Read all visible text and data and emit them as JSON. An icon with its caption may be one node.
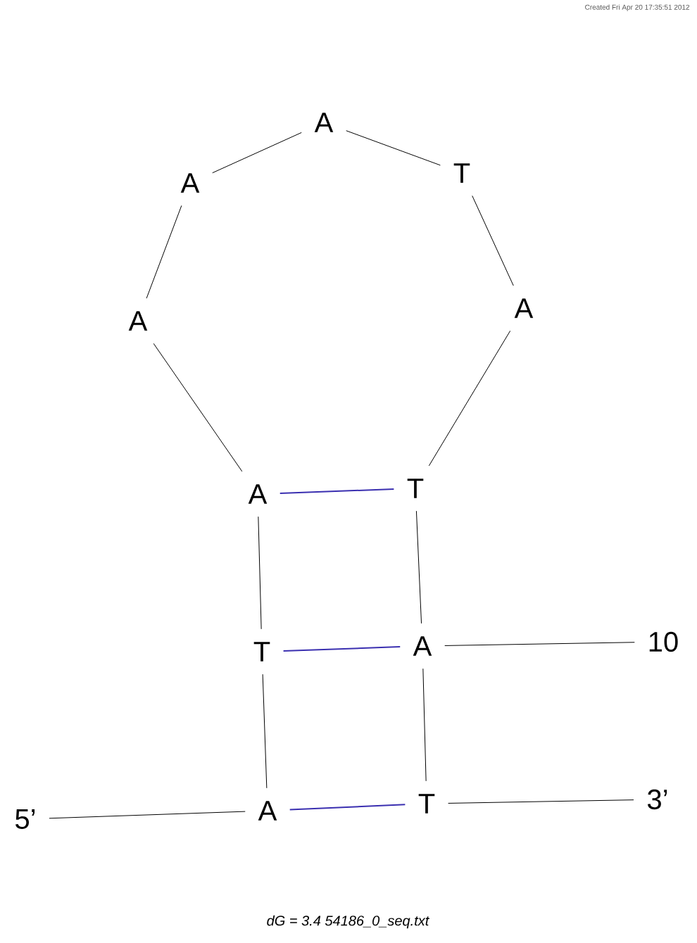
{
  "diagram": {
    "caption": "dG = 3.4 54186_0_seq.txt",
    "nodes": [
      {
        "text": [
          "A"
        ]
      },
      {
        "text": [
          "T"
        ]
      },
      {
        "text": [
          "A"
        ]
      },
      {
        "text": [
          "A"
        ]
      },
      {
        "text": [
          "A"
        ]
      },
      {
        "text": [
          "A"
        ]
      },
      {
        "text": [
          "T"
        ]
      },
      {
        "text": [
          "A"
        ]
      },
      {
        "text": [
          "T"
        ]
      },
      {
        "text": [
          "A"
        ]
      },
      {
        "text": [
          "T"
        ]
      },
      {
        "text": [
          "5’"
        ]
      },
      {
        "text": [
          "10"
        ]
      },
      {
        "text": [
          "3’"
        ]
      }
    ],
    "edges": [
      {
        "from": 0,
        "to": 1,
        "arrow": "none"
      },
      {
        "from": 1,
        "to": 2,
        "arrow": "none"
      },
      {
        "from": 2,
        "to": 3,
        "arrow": "none"
      },
      {
        "from": 3,
        "to": 4,
        "arrow": "none"
      },
      {
        "from": 4,
        "to": 5,
        "arrow": "none"
      },
      {
        "from": 5,
        "to": 6,
        "arrow": "none"
      },
      {
        "from": 6,
        "to": 7,
        "arrow": "none"
      },
      {
        "from": 7,
        "to": 8,
        "arrow": "none"
      },
      {
        "from": 8,
        "to": 9,
        "arrow": "none"
      },
      {
        "from": 9,
        "to": 10,
        "arrow": "none"
      },
      {
        "from": 2,
        "to": 8,
        "arrow": "none",
        "color": "#3a2fb0"
      },
      {
        "from": 1,
        "to": 9,
        "arrow": "none",
        "color": "#3a2fb0"
      },
      {
        "from": 0,
        "to": 10,
        "arrow": "none",
        "color": "#3a2fb0"
      },
      {
        "from": 11,
        "to": 0,
        "arrow": "none"
      },
      {
        "from": 9,
        "to": 12,
        "arrow": "none"
      },
      {
        "from": 10,
        "to": 13,
        "arrow": "none"
      }
    ],
    "labels": [
      "Created Fri Apr 20 17:35:51 2012"
    ]
  }
}
